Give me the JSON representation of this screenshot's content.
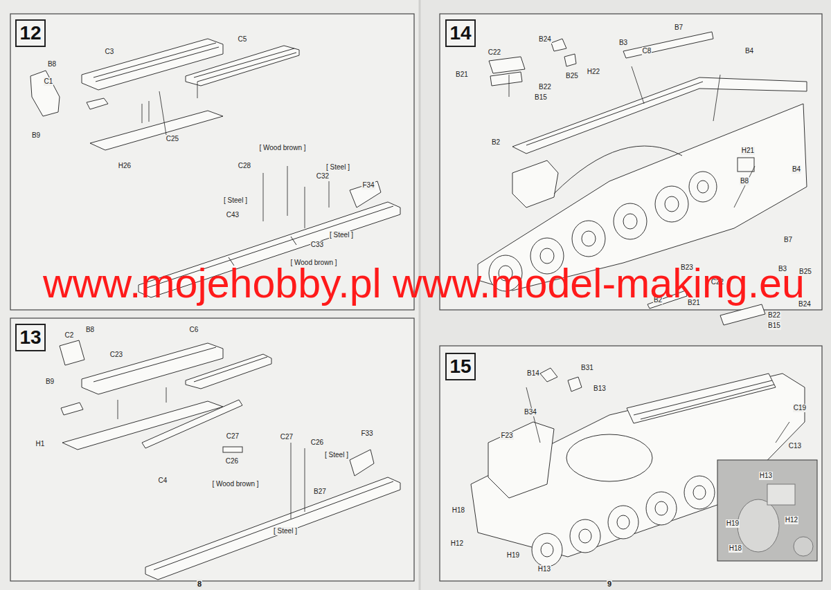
{
  "diagram": {
    "nodes": [
      {
        "text": [
          "12"
        ]
      },
      {
        "text": [
          "13"
        ]
      },
      {
        "text": [
          "14"
        ]
      },
      {
        "text": [
          "15"
        ]
      }
    ],
    "labels": [
      "C5",
      "C3",
      "B8",
      "C1",
      "B9",
      "C25",
      "H26",
      "[ Wood brown ]",
      "C28",
      "[ Steel ]",
      "C32",
      "F34",
      "[ Steel ]",
      "C43",
      "[ Steel ]",
      "C33",
      "[ Wood brown ]",
      "B8",
      "C2",
      "C6",
      "C23",
      "B9",
      "H1",
      "C4",
      "C27",
      "C27",
      "C26",
      "C26",
      "[ Steel ]",
      "F33",
      "[ Wood brown ]",
      "B27",
      "[ Steel ]",
      "B24",
      "B3",
      "B7",
      "C8",
      "B4",
      "C22",
      "B25",
      "B21",
      "H22",
      "B22",
      "B15",
      "B2",
      "H21",
      "B8",
      "B4",
      "B7",
      "B25",
      "B3",
      "B23",
      "C22",
      "B2",
      "B21",
      "B24",
      "B22",
      "B15",
      "B14",
      "B31",
      "B13",
      "B34",
      "F23",
      "C19",
      "C13",
      "H18",
      "H12",
      "H19",
      "H13",
      "H13",
      "H12",
      "H19",
      "H18",
      "8",
      "9",
      "www.mojehobby.pl www.model-making.eu"
    ]
  }
}
